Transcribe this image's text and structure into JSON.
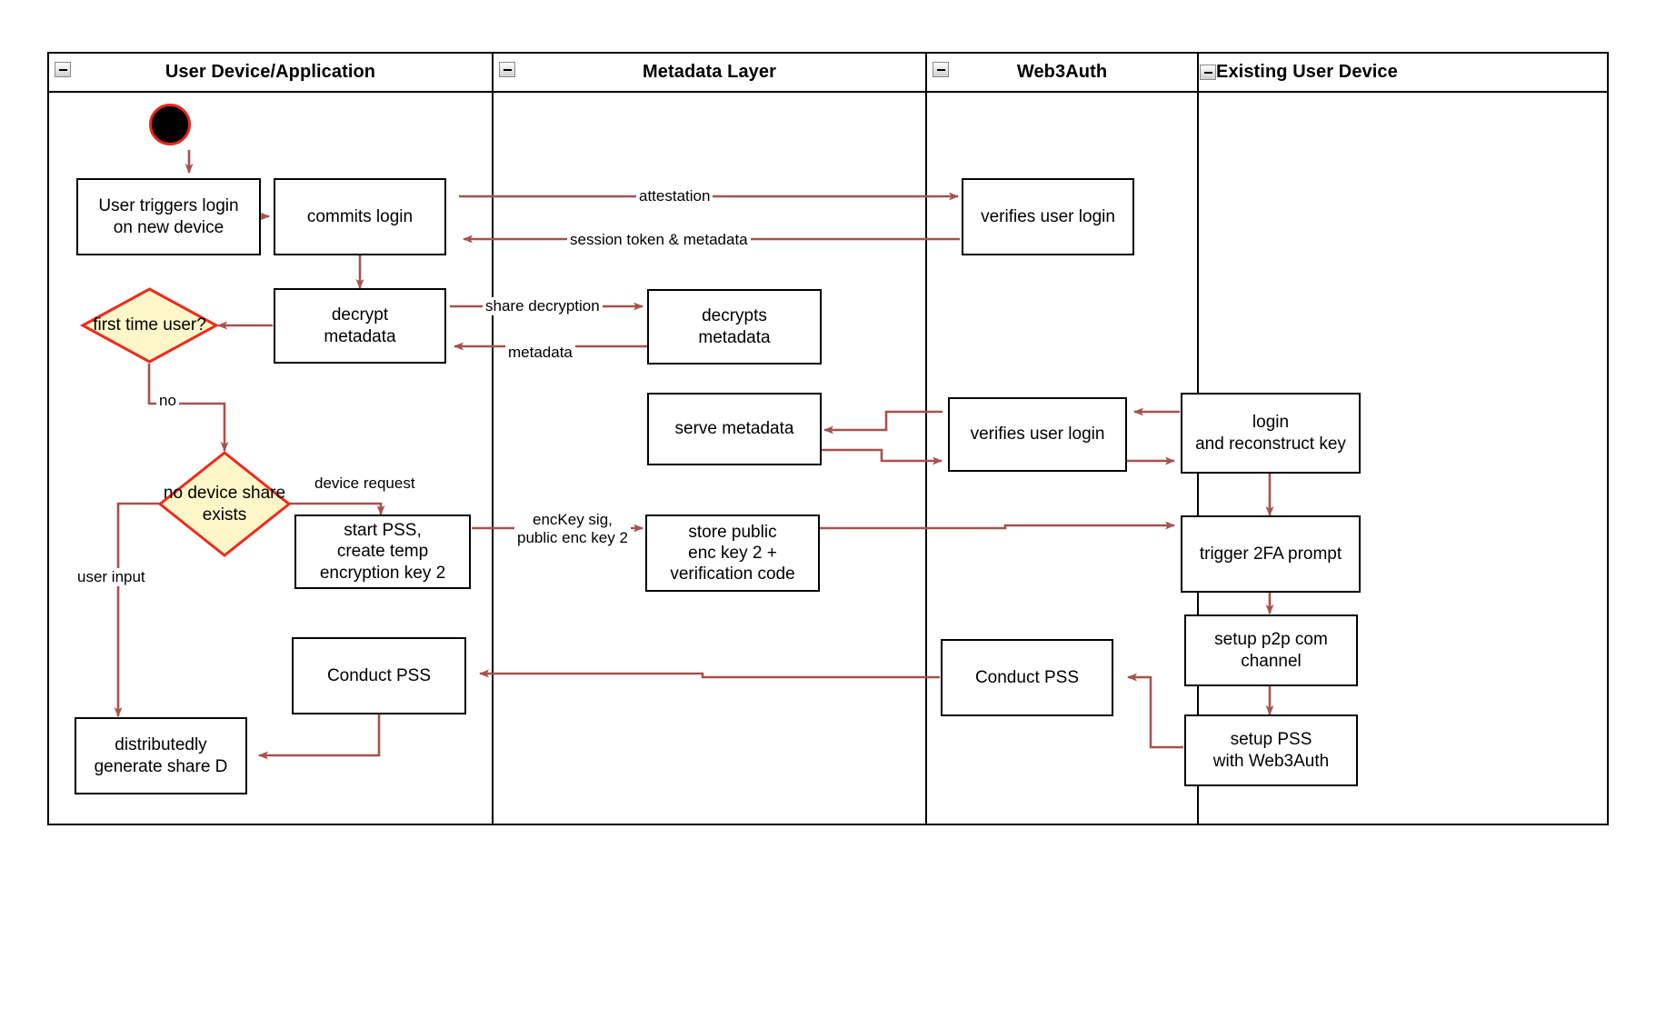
{
  "diagram": {
    "title": "Web3Auth new-device login flow",
    "colors": {
      "arrow": "#a6524e",
      "diamond_fill": "#fdf6c8",
      "diamond_stroke": "#ef2a1c",
      "node_stroke": "#000000",
      "lane_stroke": "#000000",
      "start_fill": "#000000",
      "start_stroke": "#e8291c"
    },
    "lanes": [
      {
        "id": "user-device",
        "label": "User Device/Application",
        "collapse_icon": "minus-icon"
      },
      {
        "id": "metadata-layer",
        "label": "Metadata Layer",
        "collapse_icon": "minus-icon"
      },
      {
        "id": "web3auth",
        "label": "Web3Auth",
        "collapse_icon": "minus-icon"
      },
      {
        "id": "existing-user-device",
        "label": "Existing User Device",
        "collapse_icon": "minus-icon"
      }
    ],
    "nodes": {
      "start": {
        "type": "start",
        "label": ""
      },
      "user_triggers_login": {
        "lane": "user-device",
        "label": "User triggers login\non new device",
        "line1": "User triggers login",
        "line2": "on new device"
      },
      "commits_login": {
        "lane": "user-device",
        "label": "commits login"
      },
      "decrypt_metadata": {
        "lane": "user-device",
        "line1": "decrypt",
        "line2": "metadata"
      },
      "first_time_user": {
        "lane": "user-device",
        "type": "decision",
        "line1": "first time",
        "line2": "user?"
      },
      "no_device_share_exists": {
        "lane": "user-device",
        "type": "decision",
        "line1": "no device",
        "line2": "share exists"
      },
      "start_pss": {
        "lane": "user-device",
        "line1": "start PSS,",
        "line2": "create temp",
        "line3": "encryption key 2"
      },
      "conduct_pss_user": {
        "lane": "user-device",
        "label": "Conduct PSS"
      },
      "distributedly_generate_share_d": {
        "lane": "user-device",
        "line1": "distributedly",
        "line2": "generate share D"
      },
      "decrypts_metadata": {
        "lane": "metadata-layer",
        "line1": "decrypts",
        "line2": "metadata"
      },
      "serve_metadata": {
        "lane": "metadata-layer",
        "label": "serve metadata"
      },
      "store_public_enc_key": {
        "lane": "metadata-layer",
        "line1": "store public",
        "line2": "enc key 2 +",
        "line3": "verification code"
      },
      "verifies_user_login_top": {
        "lane": "web3auth",
        "label": "verifies user login"
      },
      "verifies_user_login_mid": {
        "lane": "web3auth",
        "label": "verifies user login"
      },
      "conduct_pss_web3auth": {
        "lane": "web3auth",
        "label": "Conduct PSS"
      },
      "login_and_reconstruct_key": {
        "lane": "existing-user-device",
        "line1": "login",
        "line2": "and reconstruct key"
      },
      "trigger_2fa_prompt": {
        "lane": "existing-user-device",
        "label": "trigger 2FA prompt"
      },
      "setup_p2p_com_channel": {
        "lane": "existing-user-device",
        "line1": "setup p2p com",
        "line2": "channel"
      },
      "setup_pss_with_web3auth": {
        "lane": "existing-user-device",
        "line1": "setup PSS",
        "line2": "with Web3Auth"
      }
    },
    "edge_labels": {
      "attestation": "attestation",
      "session_token": "session token & metadata",
      "share_decryption": "share decryption",
      "metadata": "metadata",
      "no": "no",
      "device_request": "device request",
      "user_input": "user input",
      "enc_key_l1": "encKey sig,",
      "enc_key_l2": "public enc key 2"
    }
  }
}
